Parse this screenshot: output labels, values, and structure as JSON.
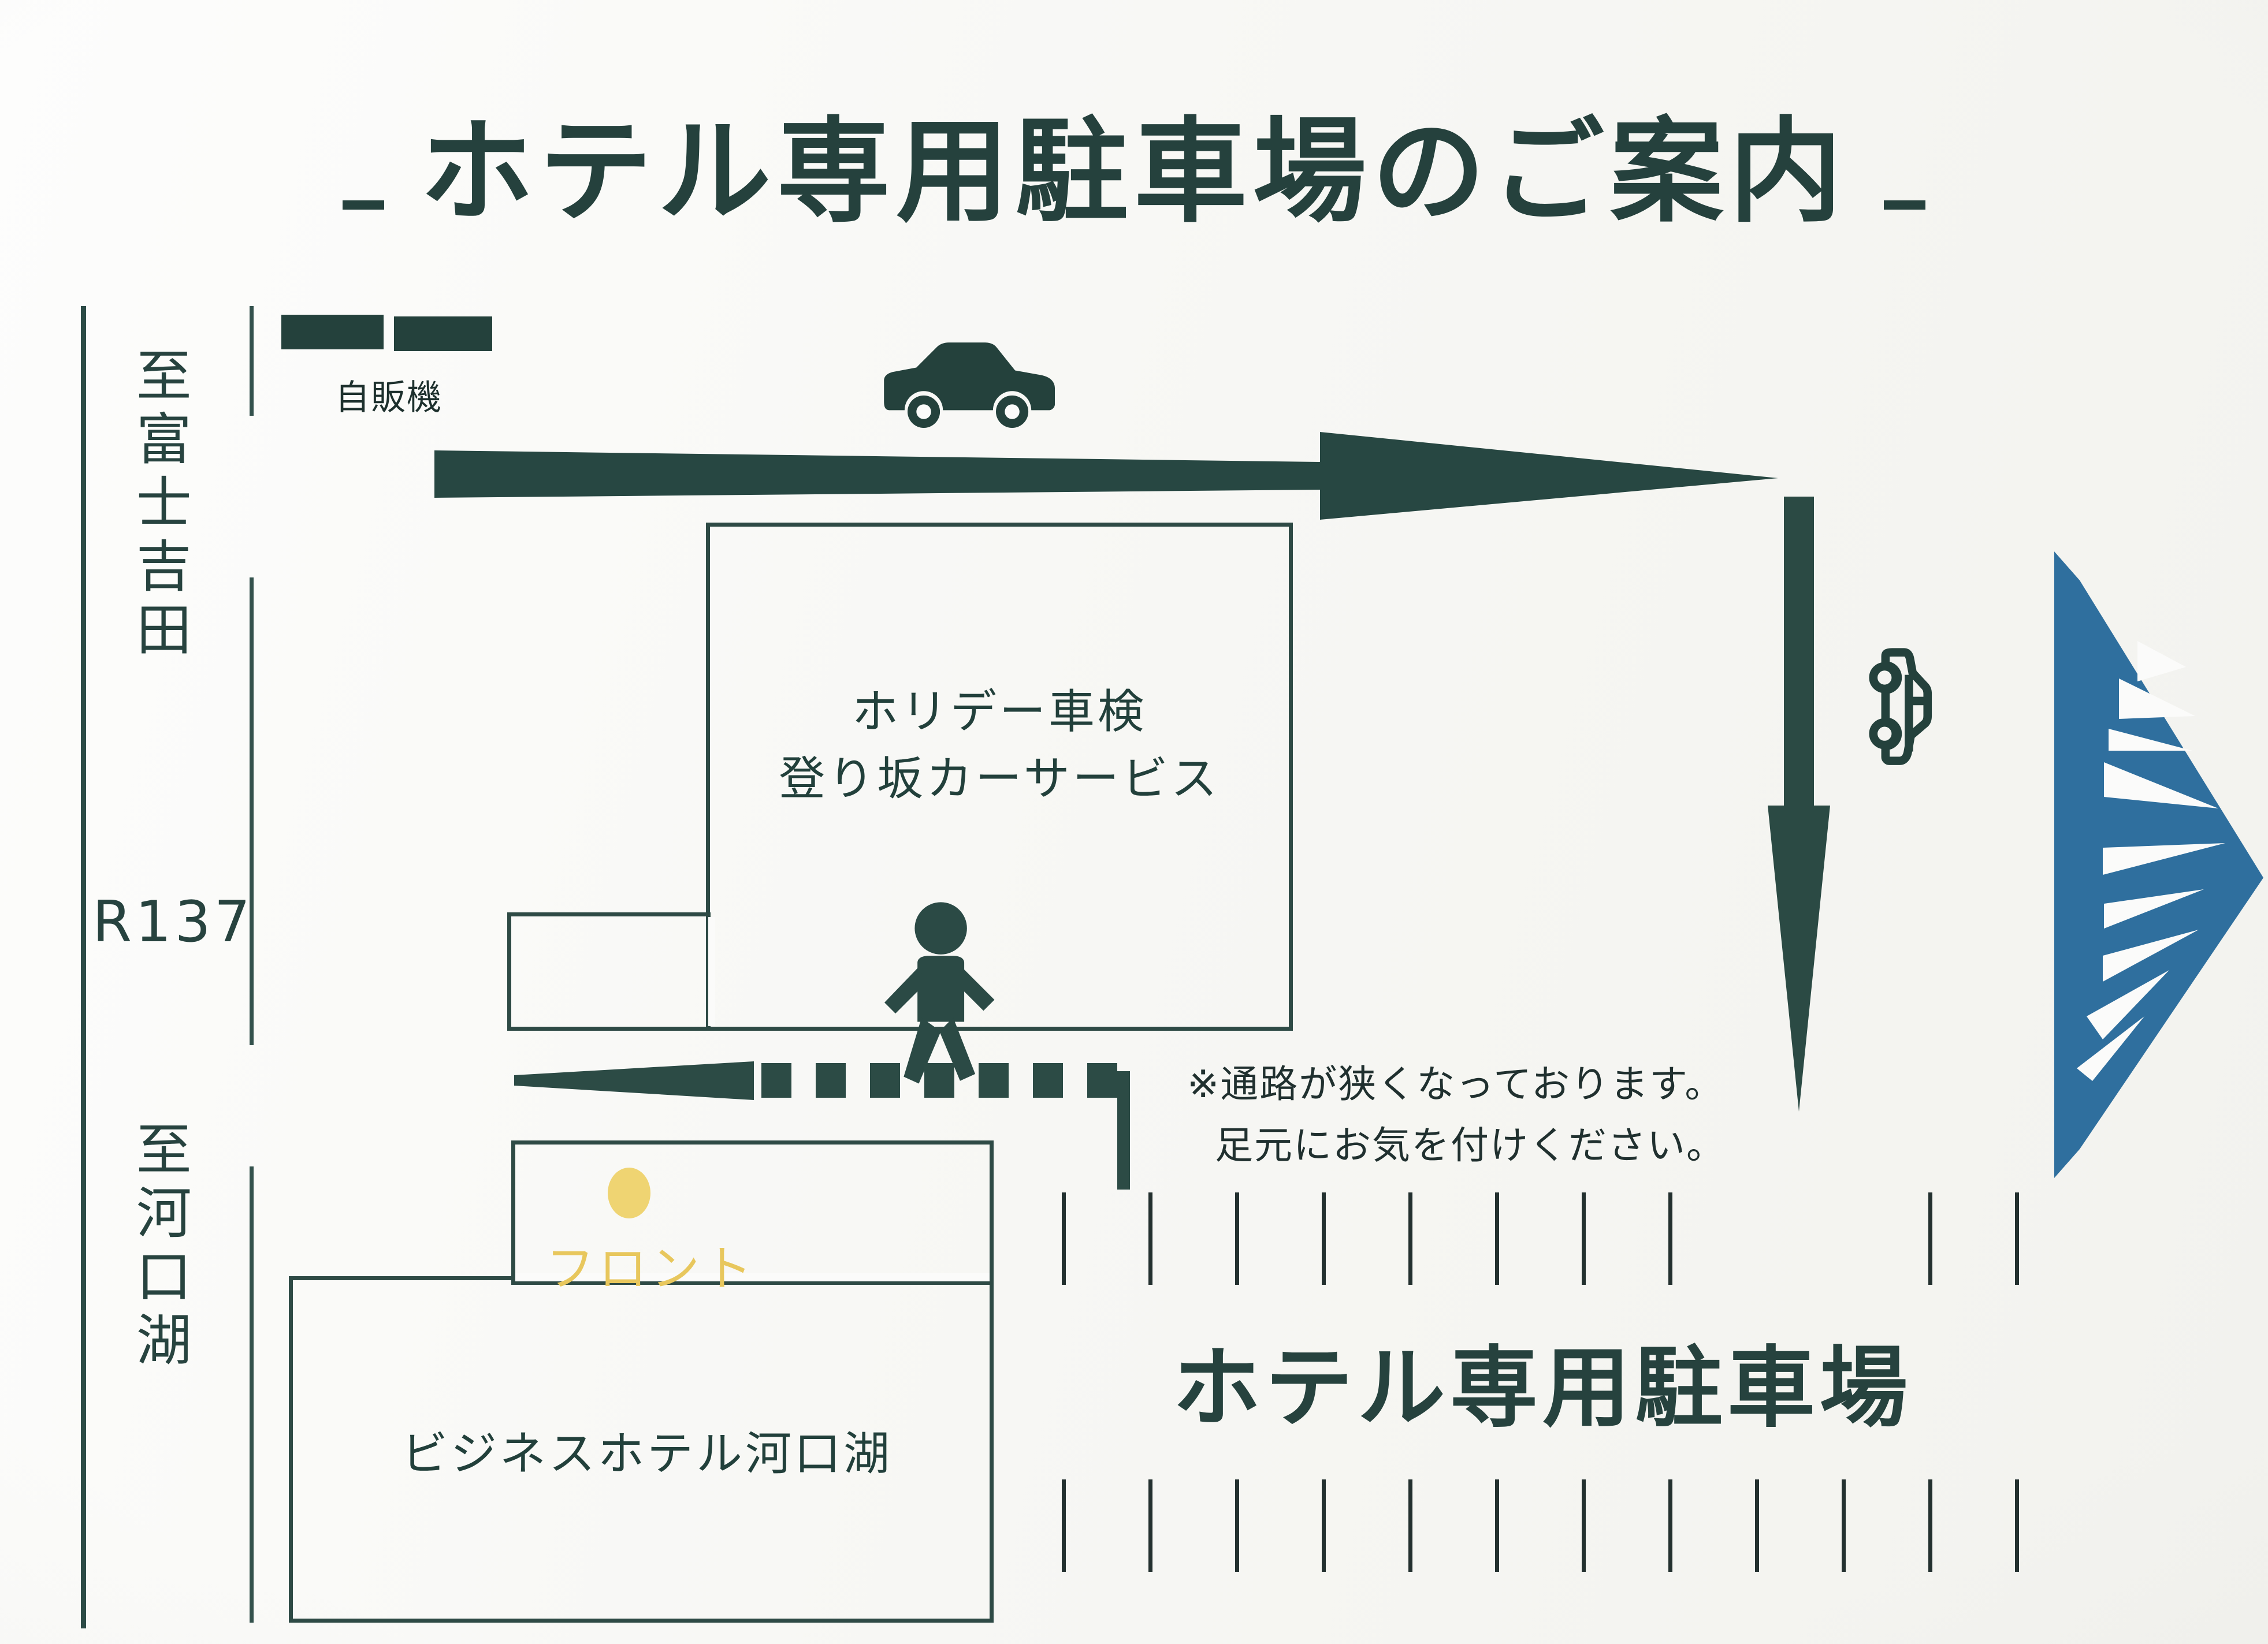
{
  "title": {
    "text": "ホテル専用駐車場のご案内",
    "left_dash": "-",
    "right_dash": "-"
  },
  "road": {
    "name": "R137",
    "direction_north": "至富士吉田",
    "direction_south": "至河口湖"
  },
  "facilities": {
    "vending_machine_label": "自販機",
    "garage_line1": "ホリデー車検",
    "garage_line2": "登り坂カーサービス",
    "hotel_name": "ビジネスホテル河口湖",
    "front_desk_label": "フロント",
    "parking_label": "ホテル専用駐車場"
  },
  "notice": {
    "line1": "※通路が狭くなっております。",
    "line2": "足元にお気を付けください。"
  },
  "icons": {
    "car_top": "car-icon",
    "car_right": "car-icon-rotated",
    "pedestrian": "pedestrian-icon",
    "mount_fuji": "mount-fuji-icon",
    "arrow_main_road": "arrow-right-icon",
    "arrow_entrance": "arrow-down-icon",
    "arrow_walkway": "arrow-left-dashed-icon"
  },
  "colors": {
    "ink": "#25413d",
    "ink_soft": "#2e4a45",
    "accent_yellow": "#e8c75d",
    "fuji_blue": "#2f6f9e",
    "paper": "#fbfbfa"
  },
  "parking_slots": {
    "upper_row_count": 10,
    "lower_row_count": 12
  }
}
